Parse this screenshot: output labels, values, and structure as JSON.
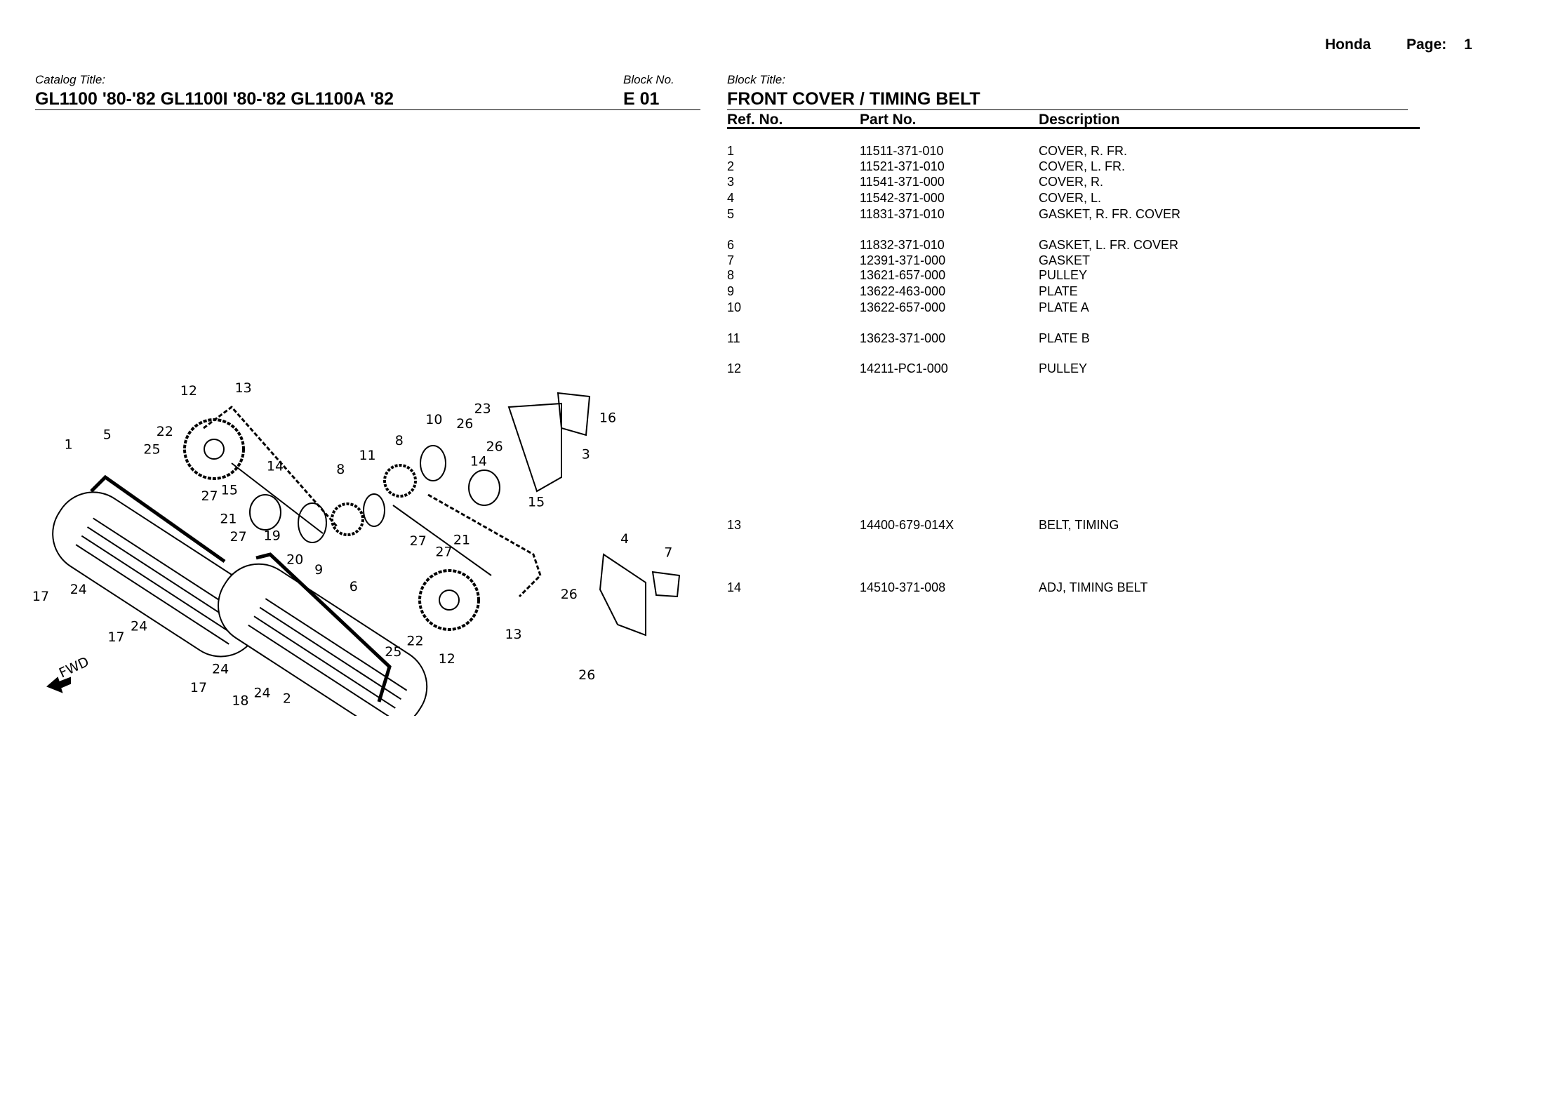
{
  "header": {
    "brand": "Honda",
    "page_label": "Page:",
    "page_number": "1"
  },
  "catalog": {
    "label": "Catalog Title:",
    "title": "GL1100 '80-'82 GL1100I '80-'82 GL1100A '82"
  },
  "block_no": {
    "label": "Block No.",
    "value": "E 01"
  },
  "block_title": {
    "label": "Block Title:",
    "value": "FRONT COVER / TIMING BELT"
  },
  "table": {
    "columns": [
      "Ref. No.",
      "Part No.",
      "Description"
    ],
    "rows": [
      {
        "ref": "1",
        "part": "11511-371-010",
        "desc": "COVER, R. FR."
      },
      {
        "ref": "2",
        "part": "11521-371-010",
        "desc": "COVER, L. FR."
      },
      {
        "ref": "3",
        "part": "11541-371-000",
        "desc": "COVER, R."
      },
      {
        "ref": "4",
        "part": "11542-371-000",
        "desc": "COVER, L."
      },
      {
        "ref": "5",
        "part": "11831-371-010",
        "desc": "GASKET, R. FR. COVER"
      },
      {
        "ref": "6",
        "part": "11832-371-010",
        "desc": "GASKET, L. FR. COVER"
      },
      {
        "ref": "7",
        "part": "12391-371-000",
        "desc": "GASKET"
      },
      {
        "ref": "8",
        "part": "13621-657-000",
        "desc": "PULLEY"
      },
      {
        "ref": "9",
        "part": "13622-463-000",
        "desc": "PLATE"
      },
      {
        "ref": "10",
        "part": "13622-657-000",
        "desc": "PLATE A"
      },
      {
        "ref": "11",
        "part": "13623-371-000",
        "desc": "PLATE B"
      },
      {
        "ref": "12",
        "part": "14211-PC1-000",
        "desc": "PULLEY"
      },
      {
        "ref": "13",
        "part": "14400-679-014X",
        "desc": "BELT, TIMING"
      },
      {
        "ref": "14",
        "part": "14510-371-008",
        "desc": "ADJ, TIMING BELT"
      }
    ]
  },
  "diagram": {
    "fwd_label": "FWD",
    "callouts": [
      "12",
      "13",
      "5",
      "1",
      "22",
      "25",
      "14",
      "8",
      "11",
      "8",
      "10",
      "26",
      "23",
      "16",
      "3",
      "26",
      "14",
      "15",
      "15",
      "27",
      "21",
      "27",
      "19",
      "20",
      "9",
      "27",
      "21",
      "27",
      "4",
      "7",
      "6",
      "17",
      "24",
      "17",
      "24",
      "26",
      "13",
      "22",
      "25",
      "12",
      "24",
      "17",
      "2",
      "24",
      "18",
      "26"
    ]
  }
}
